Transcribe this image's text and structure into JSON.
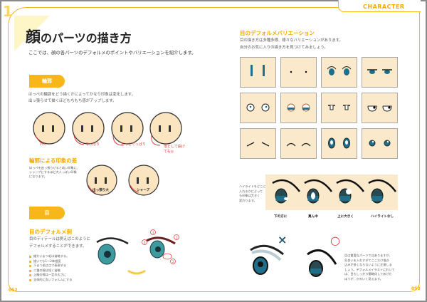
{
  "left_page": {
    "chapter_number": "1",
    "title_kanji": "顔",
    "title_rest": "のパーツの描き方",
    "intro": "ここでは、顔の各パーツのデフォルメのポイントやバリエーションを紹介します。",
    "contour": {
      "pill": "輪郭",
      "lines": [
        "ほっぺの輪郭をどう描くかによってかなり印象は変化します。",
        "出っ張らせて描くほどもちもち感がアップします。"
      ],
      "head_labels": [
        "れく",
        "でっぱり",
        "もっとでっぱり",
        "落として曲げても◎"
      ],
      "impression_heading": "輪郭による印象の差",
      "impression_text": [
        "ほっぺを出っ張らせると幼い印象に、",
        "シャープにするほど大人っぽい印象",
        "になります。"
      ],
      "compare_labels": [
        "出っ張り大",
        "シャープ"
      ]
    },
    "eye": {
      "pill": "目",
      "heading": "目のデフォルメ例",
      "lines": [
        "目のディテールは例えばこのように",
        "デフォルメすることができます。"
      ],
      "bullets": [
        "細かいまつ毛は省略する。",
        "描いても1〜2本程度",
        "下まつ毛は点で表現する",
        "二重の線は短く省略",
        "上瞼の線は一定の太さに",
        "全体的に丸いフォルムにする"
      ],
      "annotation_numbers": [
        "1",
        "2",
        "3",
        "4"
      ]
    },
    "page_number": "052"
  },
  "right_page": {
    "brand": "CHARACTER",
    "heading": "目のデフォルメバリエーション",
    "lines": [
      "目の描き方は多種多様、様々なバリエーションがあります。",
      "自分のお気に入りの描き方を見つけてみましょう。"
    ],
    "highlight_text": [
      "ハイライトをどこに",
      "入れるかによって",
      "も印象は大きく",
      "変わります。"
    ],
    "highlight_labels": [
      "下の方に",
      "真ん中",
      "上に大きく",
      "ハイライトなし"
    ],
    "bad_mark": "×",
    "good_mark": "○",
    "note": [
      "目は重要なパーツではありますが、",
      "気合いを入れすぎてここだけ描き",
      "込みが多くならないように注意しま",
      "しょう。デフォルメイラストにおいて",
      "は、目もしっかり簡略化してあげた",
      "ほうが、かわいく見えます。"
    ],
    "page_number": "053"
  },
  "colors": {
    "accent": "#f7b718",
    "skin": "#fbe9cc",
    "iris": "#1f6f8b",
    "red": "#e34040"
  }
}
